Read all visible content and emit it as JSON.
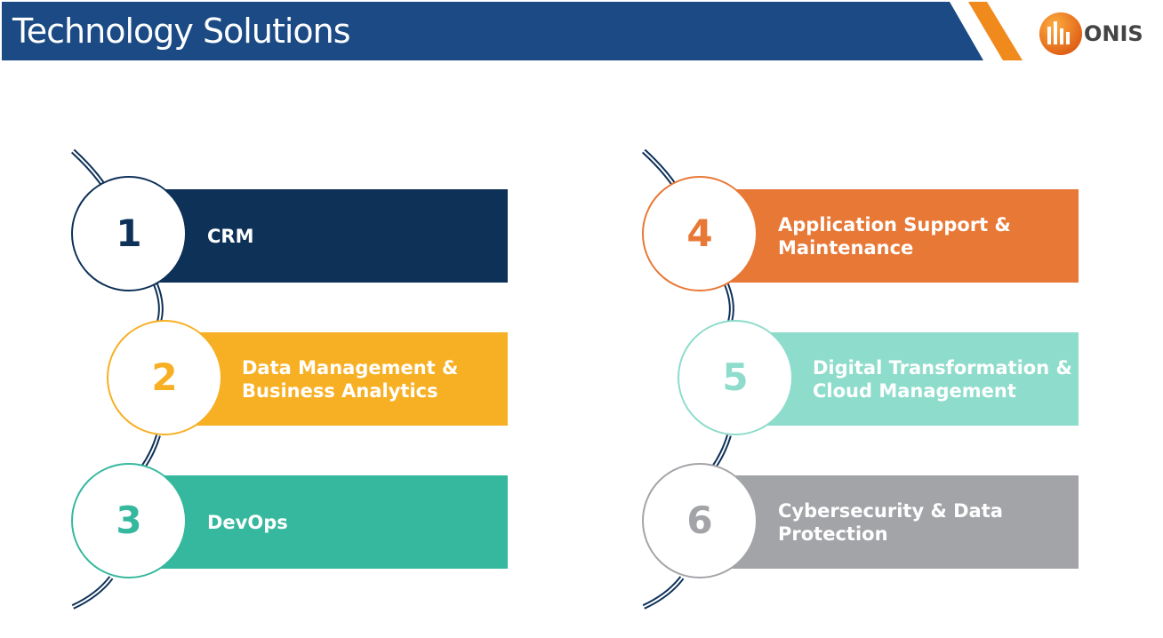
{
  "header": {
    "title": "Technology Solutions",
    "logo_text": "ONIS",
    "bar_color": "#1b4a84",
    "accent_color": "#f08a1c"
  },
  "items": [
    {
      "number": "1",
      "label": "CRM",
      "color": "#0e3158"
    },
    {
      "number": "2",
      "label": "Data Management &\nBusiness Analytics",
      "color": "#f7b023"
    },
    {
      "number": "3",
      "label": "DevOps",
      "color": "#36b89e"
    },
    {
      "number": "4",
      "label": "Application Support &\nMaintenance",
      "color": "#e87836"
    },
    {
      "number": "5",
      "label": "Digital Transformation &\nCloud Management",
      "color": "#8edccb"
    },
    {
      "number": "6",
      "label": "Cybersecurity & Data\nProtection",
      "color": "#a3a4a8"
    }
  ],
  "spine_color": "#0e3158"
}
